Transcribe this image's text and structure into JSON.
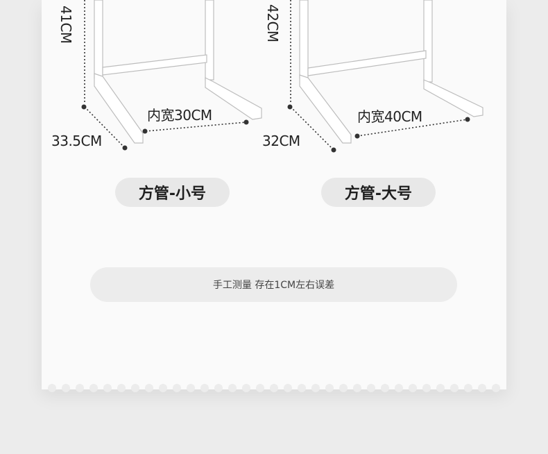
{
  "products": [
    {
      "height_label": "41CM",
      "depth_label": "33.5CM",
      "width_label": "内宽30CM",
      "name": "方管-小号"
    },
    {
      "height_label": "42CM",
      "depth_label": "32CM",
      "width_label": "内宽40CM",
      "name": "方管-大号"
    }
  ],
  "note": "手工测量 存在1CM左右误差",
  "colors": {
    "background": "#ececec",
    "card": "#fafafa",
    "pill": "#e8e8e8",
    "rack": "#ffffff",
    "rack_outline": "#bdbdbd",
    "dimension_line": "#333333"
  }
}
